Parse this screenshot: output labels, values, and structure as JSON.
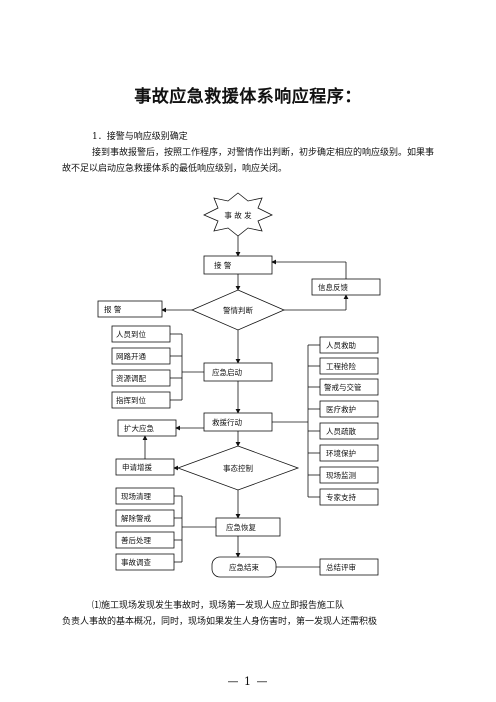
{
  "document": {
    "title": "事故应急救援体系响应程序：",
    "section_heading": "1．接警与响应级别确定",
    "paragraph_1": "接到事故报警后，按照工作程序，对警情作出判断，初步确定相应的响应级别。如果事故不足以启动应急救援体系的最低响应级别，响应关闭。",
    "paragraph_2": "⑴施工现场发现发生事故时，现场第一发现人应立即报告施工队",
    "paragraph_3": "负责人事故的基本概况，同时，现场如果发生人身伤害时，第一发现人还需积极",
    "page_number": "— 1 —"
  },
  "flowchart": {
    "accident_occurs": "事 故 发",
    "receive_alarm": "接 警",
    "info_feedback": "信息反馈",
    "alarm_judgment": "警情判断",
    "report_alarm": "报 警",
    "left_group_1": [
      "人员到位",
      "网路开通",
      "资源调配",
      "指挥到位"
    ],
    "emergency_start": "应急启动",
    "right_group": [
      "人员救助",
      "工程抢险",
      "警戒与交管",
      "医疗救护",
      "人员疏散",
      "环境保护",
      "现场监测",
      "专家支持"
    ],
    "rescue_action": "救援行动",
    "expand_emergency": "扩大应急",
    "request_support": "申请增援",
    "situation_control": "事态控制",
    "left_group_2": [
      "现场清理",
      "解除警戒",
      "善后处理",
      "事故调查"
    ],
    "emergency_recovery": "应急恢复",
    "emergency_end": "应急结束",
    "summary_review": "总结评审"
  }
}
